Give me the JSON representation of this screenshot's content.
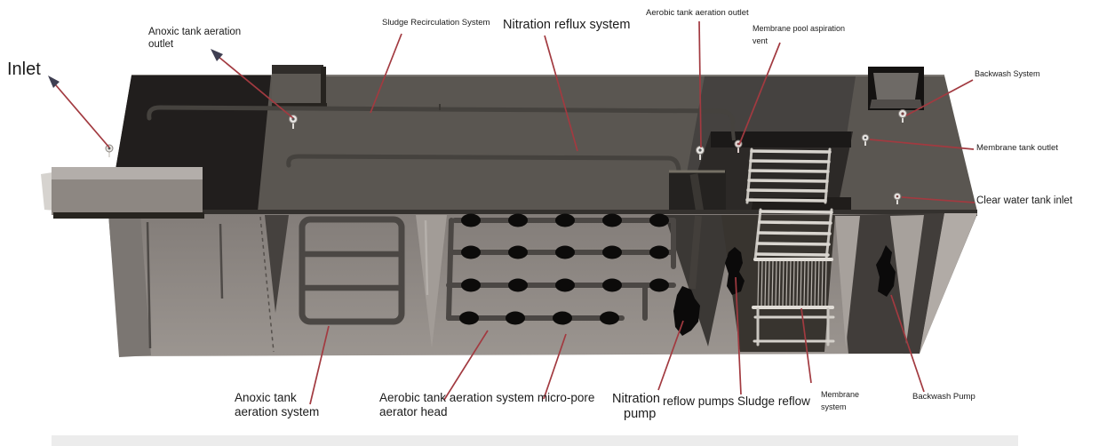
{
  "diagram": {
    "title": "MBR wastewater treatment tank diagram",
    "colors": {
      "arrow_red": "#a23a40",
      "arrowhead_dark": "#3f3f52",
      "deck_gray": "#5a5651",
      "dark_section": "#211e1d",
      "interior_floor": "#8f8884",
      "pump_black": "#0b0a0a",
      "membrane_white": "#d8d4ce"
    },
    "labels": {
      "inlet": {
        "lines": [
          "Inlet"
        ]
      },
      "anoxic_outlet": {
        "lines": [
          "Anoxic tank aeration",
          "outlet"
        ]
      },
      "sludge_recirc": {
        "lines": [
          "Sludge Recirculation System"
        ]
      },
      "nitration_reflux": {
        "lines": [
          "Nitration  reflux system"
        ]
      },
      "aerobic_outlet": {
        "lines": [
          "Aerobic tank aeration outlet"
        ]
      },
      "aspiration_vent": {
        "lines": [
          "Membrane pool aspiration",
          "vent"
        ]
      },
      "backwash_system": {
        "lines": [
          "Backwash System"
        ]
      },
      "membrane_outlet": {
        "lines": [
          "Membrane tank outlet"
        ]
      },
      "clearwater_inlet": {
        "lines": [
          "Clear water tank inlet"
        ]
      },
      "anoxic_system": {
        "lines": [
          "Anoxic tank",
          "aeration system"
        ]
      },
      "aerobic_head": {
        "lines": [
          "Aerobic tank aeration system micro-pore",
          "aerator head"
        ]
      },
      "nitration_pump": {
        "lines": [
          "Nitration",
          "pump"
        ]
      },
      "reflow_sludge": {
        "lines": [
          "reflow pumps Sludge reflow"
        ]
      },
      "membrane_system": {
        "lines": [
          "Membrane",
          "system"
        ]
      },
      "backwash_pump": {
        "lines": [
          "Backwash Pump"
        ]
      }
    }
  }
}
